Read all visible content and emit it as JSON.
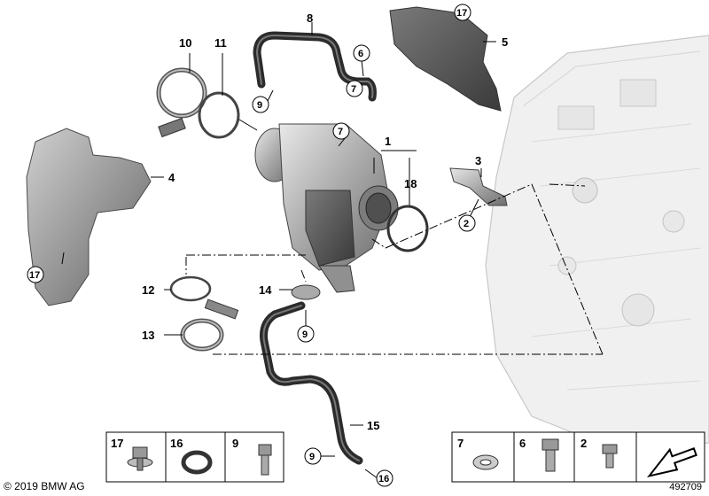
{
  "callouts": {
    "c1": "1",
    "c2": "2",
    "c3": "3",
    "c4": "4",
    "c5": "5",
    "c6": "6",
    "c7a": "7",
    "c7b": "7",
    "c8": "8",
    "c9a": "9",
    "c9b": "9",
    "c9c": "9",
    "c10": "10",
    "c11": "11",
    "c12": "12",
    "c13": "13",
    "c14": "14",
    "c15": "15",
    "c16": "16",
    "c17a": "17",
    "c17b": "17",
    "c18": "18"
  },
  "legend": {
    "left": [
      "17",
      "16",
      "9"
    ],
    "right": [
      "7",
      "6",
      "2"
    ]
  },
  "footer": {
    "copyright": "© 2019 BMW AG",
    "image_number": "492709"
  }
}
